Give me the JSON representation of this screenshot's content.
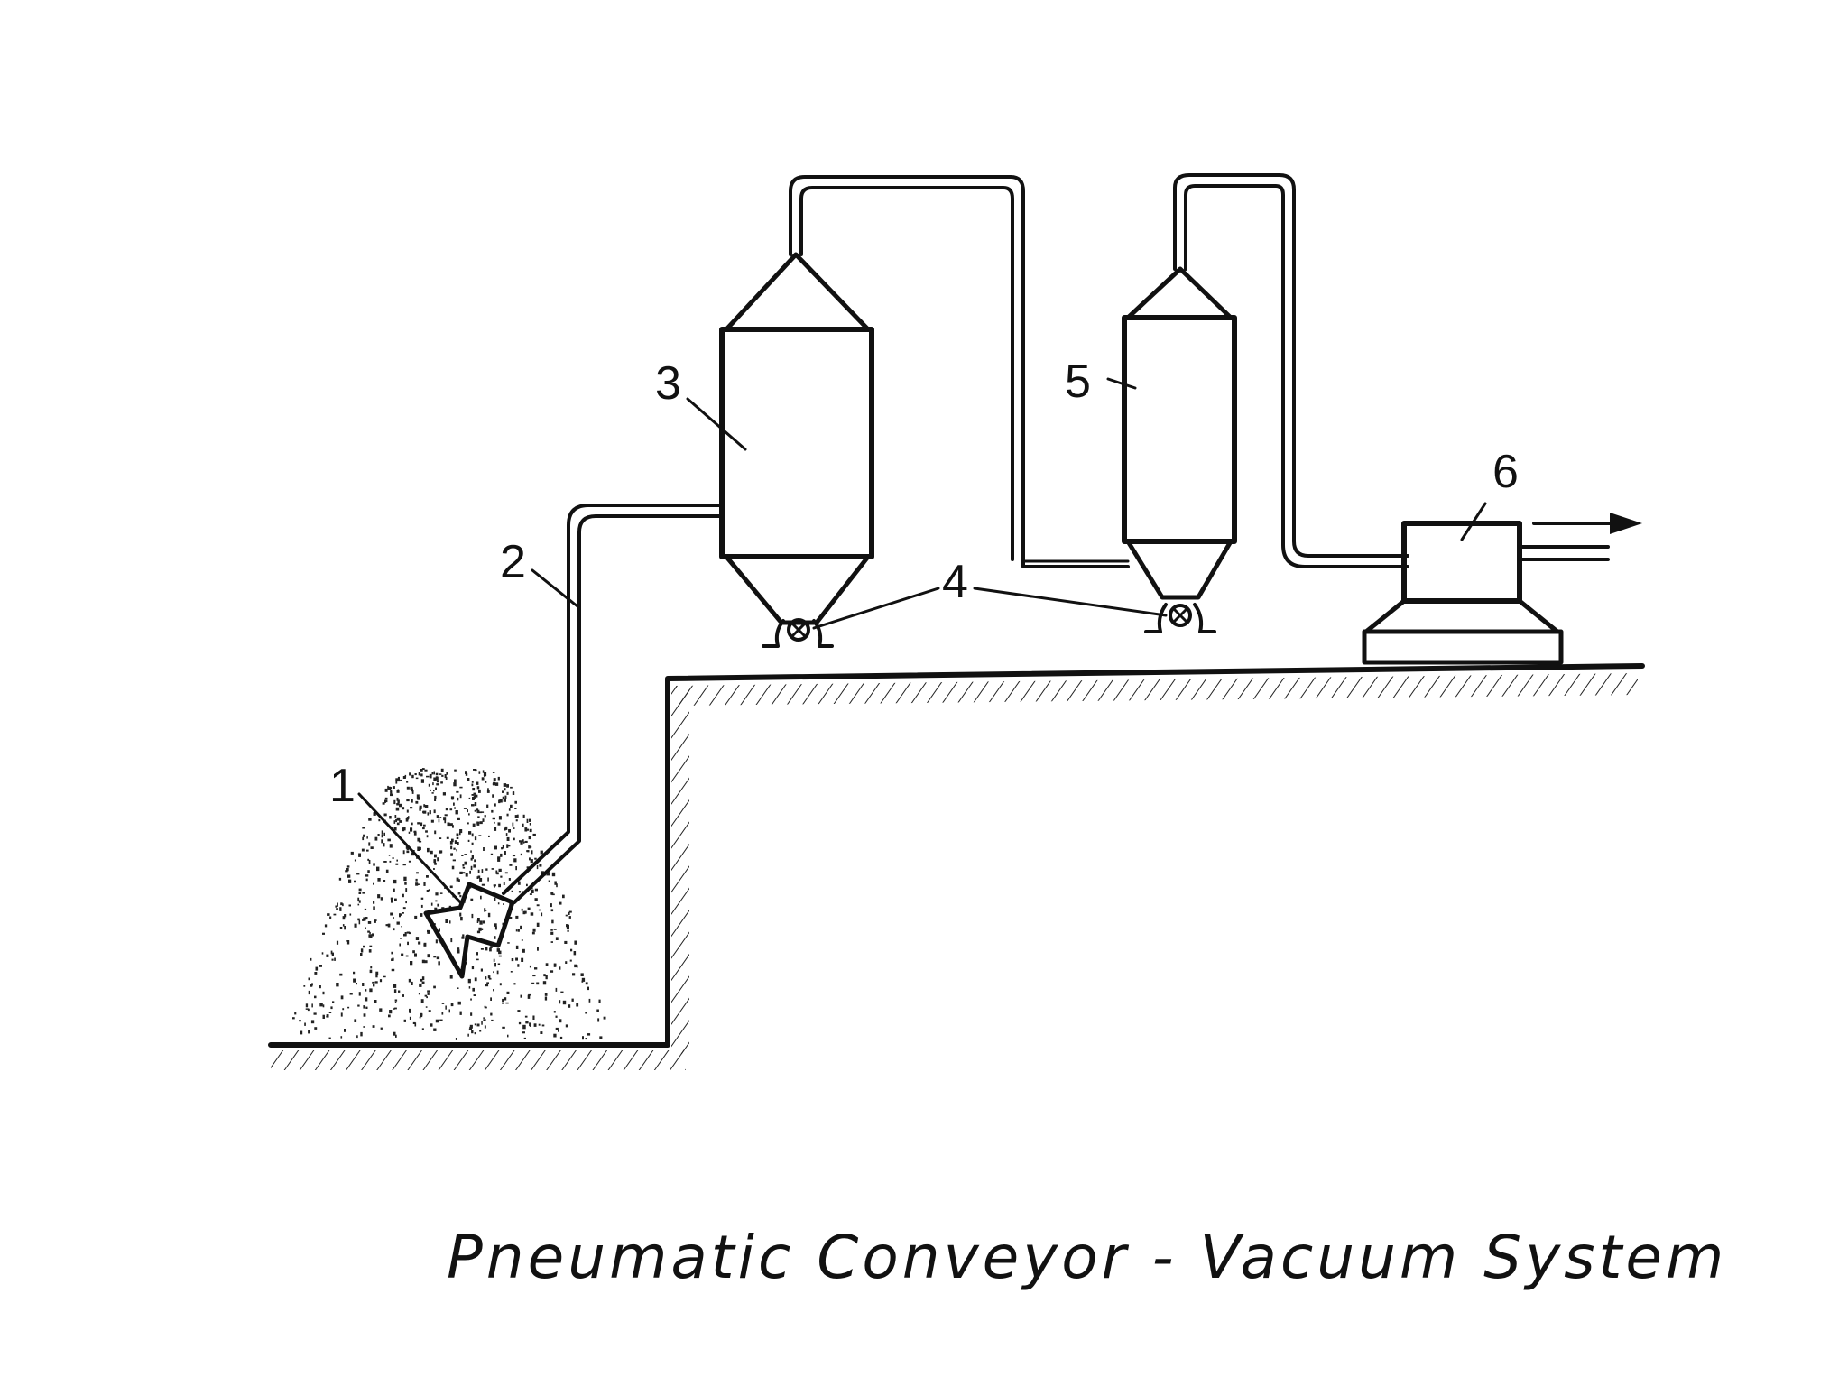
{
  "diagram": {
    "labels": {
      "item1": "1",
      "item2": "2",
      "item3": "3",
      "item4": "4",
      "item5": "5",
      "item6": "6"
    }
  },
  "caption": "Pneumatic Conveyor - Vacuum System"
}
